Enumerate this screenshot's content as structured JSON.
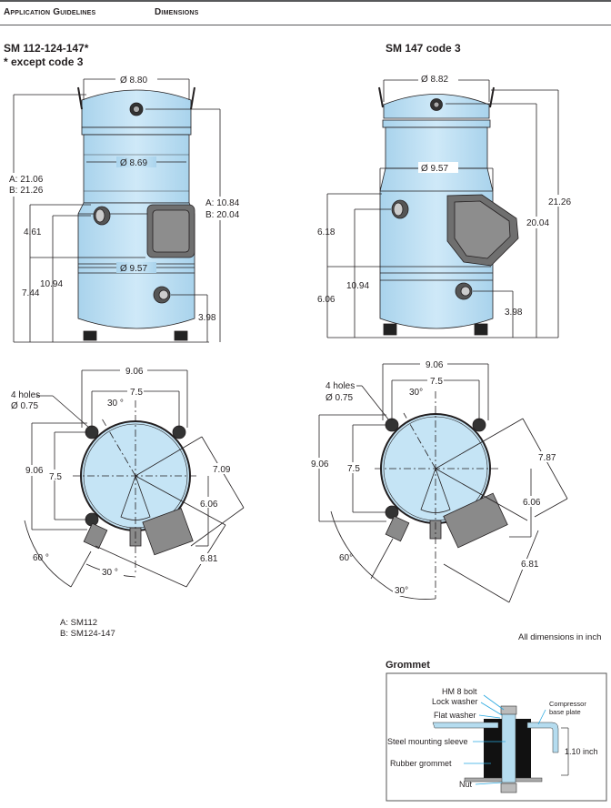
{
  "header": {
    "section": "Application Guidelines",
    "topic": "Dimensions"
  },
  "left_model": {
    "title_line1": "SM 112-124-147*",
    "title_line2": "* except code 3"
  },
  "right_model": {
    "title": "SM 147 code 3"
  },
  "side_view_left": {
    "top_diameter": "Ø 8.80",
    "mid_diameter": "Ø 8.69",
    "body_diameter": "Ø 9.57",
    "height_a": "A: 21.06",
    "height_b": "B: 21.26",
    "suction_a": "A: 10.84",
    "suction_b": "B: 20.04",
    "dim_461": "4.61",
    "dim_1094": "10.94",
    "dim_744": "7.44",
    "dim_398": "3.98"
  },
  "side_view_right": {
    "top_diameter": "Ø 8.82",
    "body_diameter": "Ø 9.57",
    "height_total": "21.26",
    "height_suction": "20.04",
    "dim_618": "6.18",
    "dim_1094": "10.94",
    "dim_606": "6.06",
    "dim_398": "3.98"
  },
  "top_view_left": {
    "w_outer": "9.06",
    "w_inner": "7.5",
    "angle_top": "30 °",
    "holes_label": "4 holes",
    "holes_dia": "Ø 0.75",
    "h_outer": "9.06",
    "h_inner": "7.5",
    "dim_709": "7.09",
    "dim_606": "6.06",
    "dim_681": "6.81",
    "angle_60": "60 °",
    "angle_30": "30 °"
  },
  "top_view_right": {
    "w_outer": "9.06",
    "w_inner": "7.5",
    "angle_top": "30°",
    "holes_label": "4 holes",
    "holes_dia": "Ø 0.75",
    "h_outer": "9.06",
    "h_inner": "7.5",
    "dim_787": "7.87",
    "dim_606": "6.06",
    "dim_681": "6.81",
    "angle_60": "60°",
    "angle_30": "30°"
  },
  "legend": {
    "a": "A: SM112",
    "b": "B: SM124-147"
  },
  "units_note": "All dimensions in inch",
  "grommet": {
    "title": "Grommet",
    "bolt": "HM 8 bolt",
    "lock_washer": "Lock washer",
    "flat_washer": "Flat washer",
    "sleeve": "Steel mounting sleeve",
    "rubber": "Rubber grommet",
    "nut": "Nut",
    "base_plate_1": "Compressor",
    "base_plate_2": "base plate",
    "height": "1.10 inch"
  },
  "colors": {
    "body": "#c5e4f5",
    "leader": "#29a8e0",
    "dark": "#3b3b3b",
    "box": "#8a8a8a"
  }
}
